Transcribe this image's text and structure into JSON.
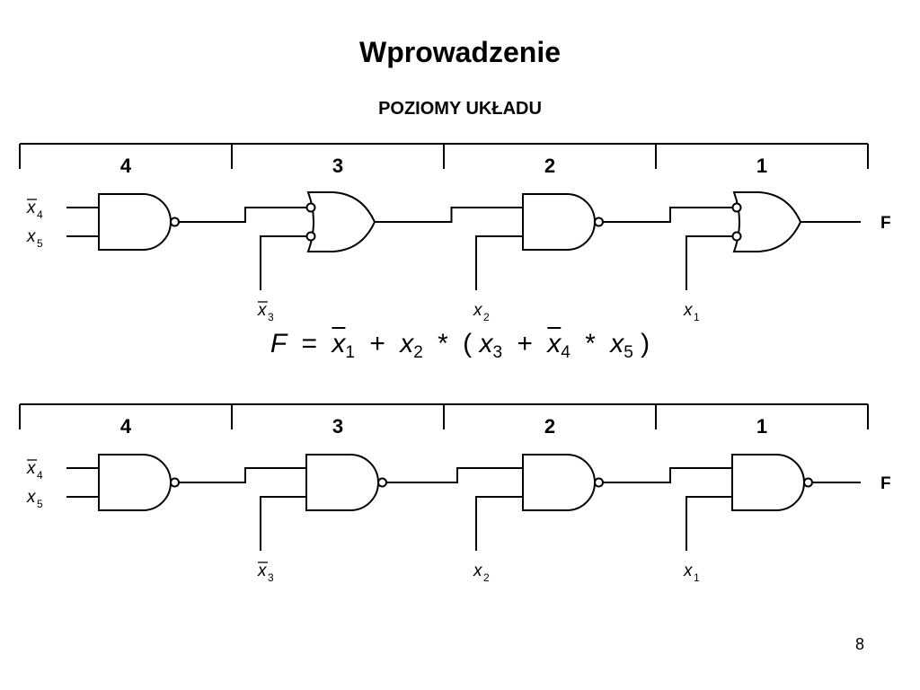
{
  "slide": {
    "title": "Wprowadzenie",
    "subtitle": "POZIOMY UKŁADU",
    "page_number": "8"
  },
  "diagrams": [
    {
      "levels": [
        "4",
        "3",
        "2",
        "1"
      ],
      "gates": [
        "nand",
        "nand-or",
        "nand",
        "nand-or"
      ],
      "inputs": [
        {
          "var": "x",
          "sub": "4",
          "negated": true
        },
        {
          "var": "x",
          "sub": "5",
          "negated": false
        },
        {
          "var": "x",
          "sub": "3",
          "negated": true
        },
        {
          "var": "x",
          "sub": "2",
          "negated": false
        },
        {
          "var": "x",
          "sub": "1",
          "negated": false
        }
      ],
      "output": "F"
    },
    {
      "levels": [
        "4",
        "3",
        "2",
        "1"
      ],
      "gates": [
        "nand",
        "nand",
        "nand",
        "nand"
      ],
      "inputs": [
        {
          "var": "x",
          "sub": "4",
          "negated": true
        },
        {
          "var": "x",
          "sub": "5",
          "negated": false
        },
        {
          "var": "x",
          "sub": "3",
          "negated": true
        },
        {
          "var": "x",
          "sub": "2",
          "negated": false
        },
        {
          "var": "x",
          "sub": "1",
          "negated": false
        }
      ],
      "output": "F"
    }
  ],
  "equation": {
    "lhs": "F",
    "eq": "=",
    "t1_var": "x",
    "t1_sub": "1",
    "plus1": "+",
    "t2_var": "x",
    "t2_sub": "2",
    "mul1": "*",
    "lparen": "(",
    "t3_var": "x",
    "t3_sub": "3",
    "plus2": "+",
    "t4_var": "x",
    "t4_sub": "4",
    "mul2": "*",
    "t5_var": "x",
    "t5_sub": "5",
    "rparen": ")"
  }
}
